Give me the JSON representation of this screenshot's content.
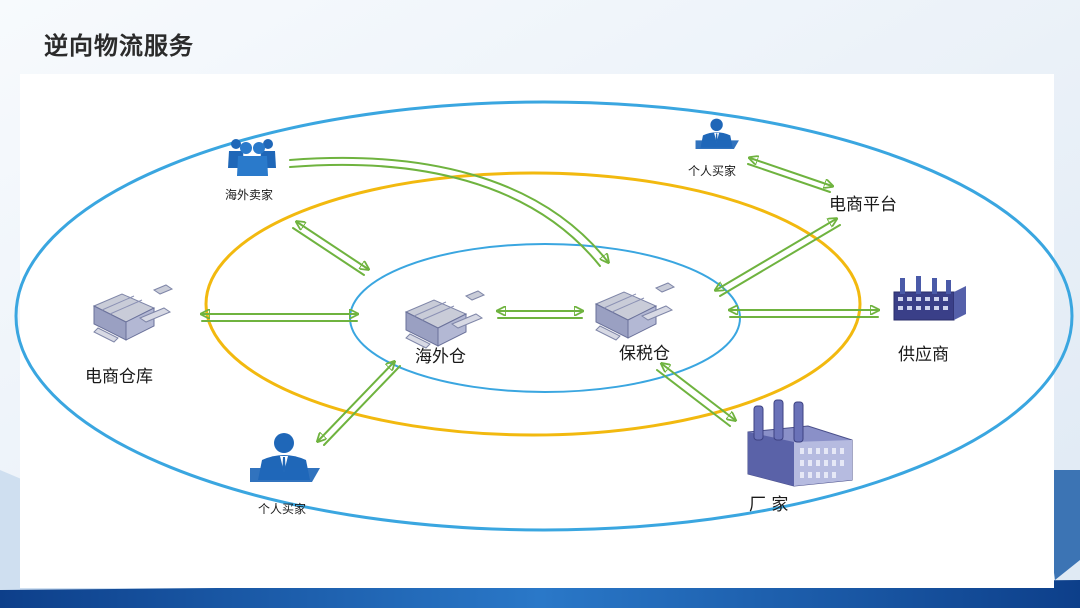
{
  "slide": {
    "title": "逆向物流服务"
  },
  "nodes": {
    "overseas_seller": {
      "label": "海外卖家",
      "icon": "group-of-people-icon"
    },
    "buyer_top": {
      "label": "个人买家",
      "icon": "person-icon"
    },
    "platform": {
      "label": "电商平台",
      "icon": ""
    },
    "ecommerce_warehouse": {
      "label": "电商仓库",
      "icon": "warehouse-icon"
    },
    "overseas_warehouse": {
      "label": "海外仓",
      "icon": "warehouse-icon"
    },
    "bonded_warehouse": {
      "label": "保税仓",
      "icon": "warehouse-icon"
    },
    "supplier": {
      "label": "供应商",
      "icon": "factory-icon"
    },
    "buyer_bottom": {
      "label": "个人买家",
      "icon": "person-icon"
    },
    "manufacturer": {
      "label": "厂 家",
      "icon": "factory-icon"
    }
  },
  "colors": {
    "outer_ring": "#3aa6e0",
    "middle_ring": "#f2b90f",
    "inner_ring": "#3aa6e0",
    "arrow": "#6fb33f",
    "icon": "#4a5aa8",
    "page_accent": "#1f5fa8"
  }
}
